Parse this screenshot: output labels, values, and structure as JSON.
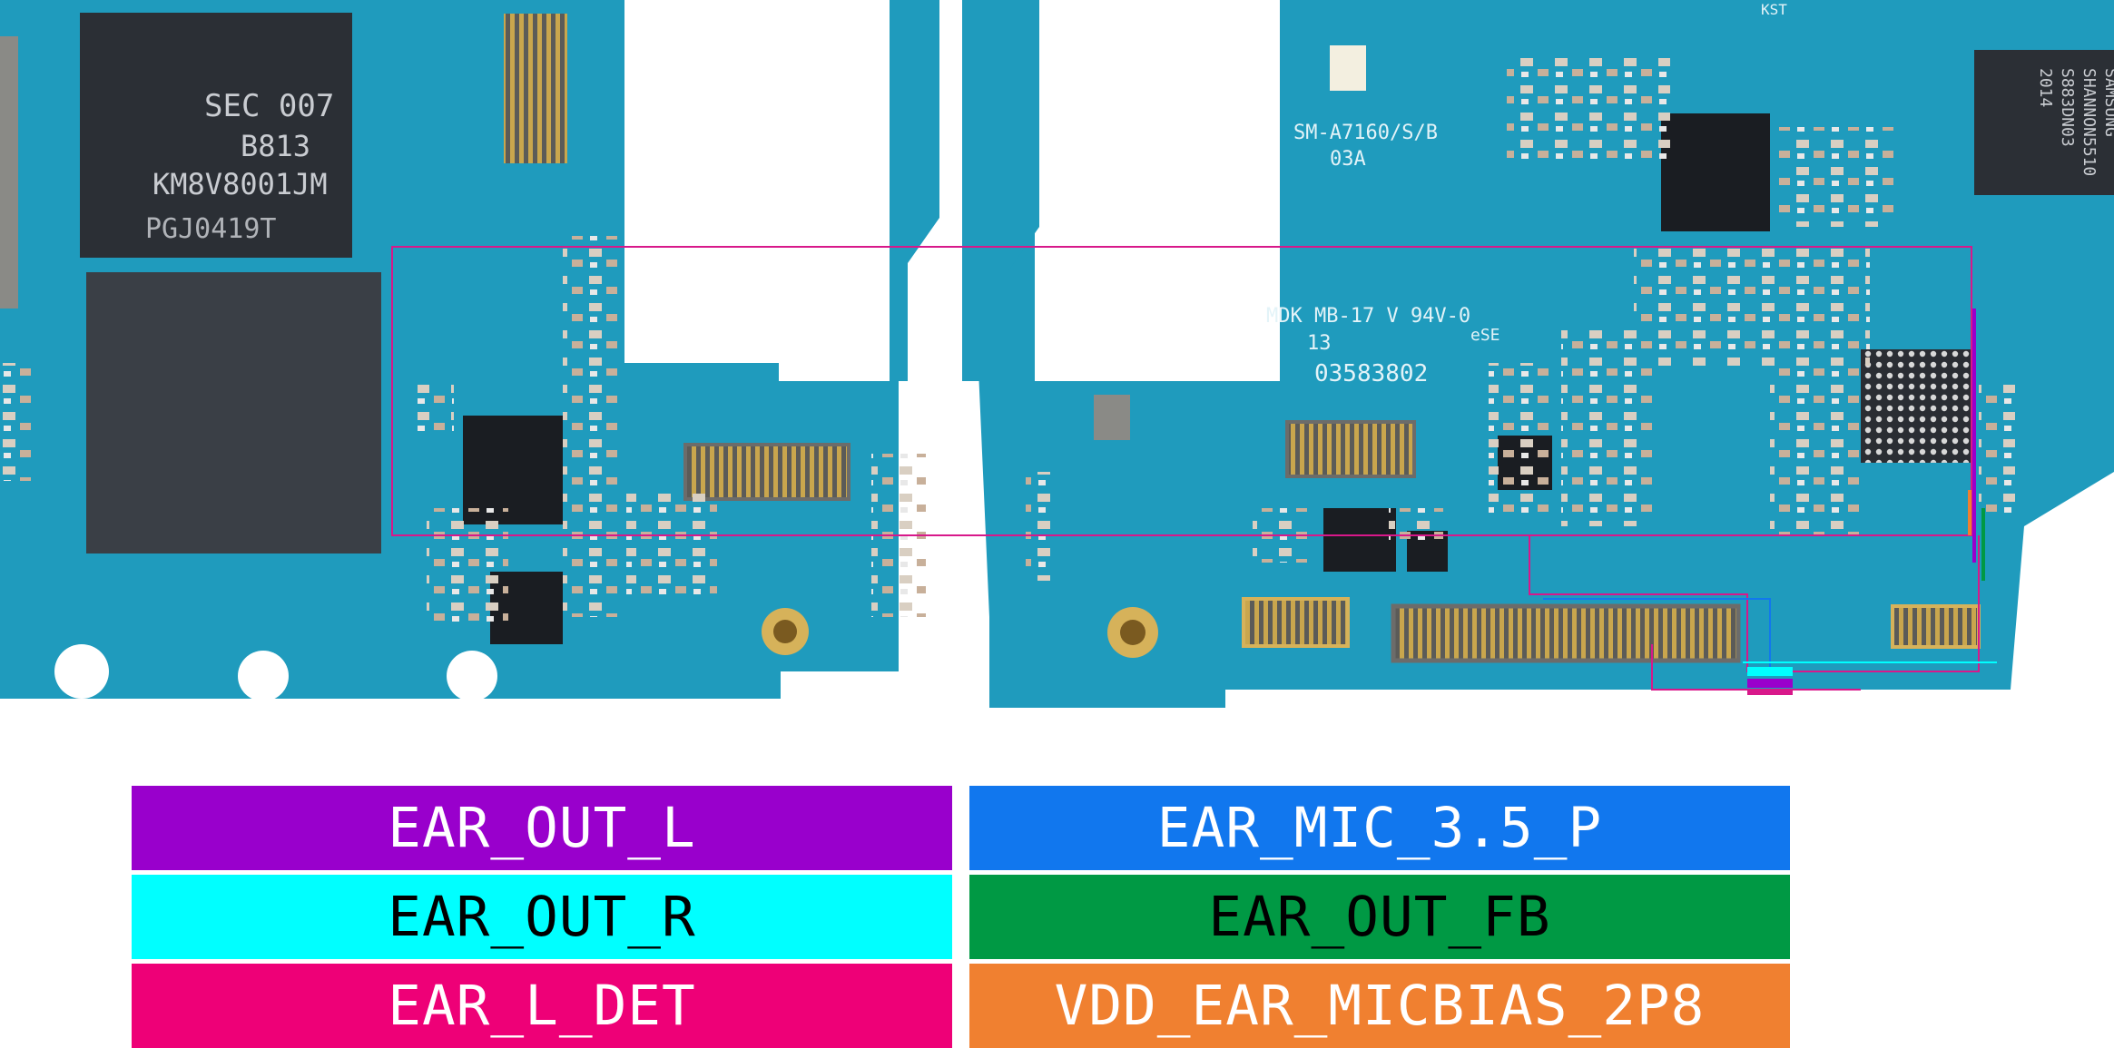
{
  "board": {
    "chip_memory_lines": [
      "SEC 007",
      "B813",
      "KM8V8001JM",
      "PGJ0419T"
    ],
    "chip_modem_lines": [
      "SAMSUNG",
      "SHANNON5510",
      "S883DN03",
      "2014"
    ],
    "model_text": "SM-A7160/S/B",
    "revision_text": "03A",
    "pcb_maker_text": "MDK MB-17 V 94V-0",
    "ul_text": "13",
    "serial_text": "03583802",
    "label_kst": "KST",
    "label_esd": "eSE"
  },
  "legend": {
    "rows": [
      {
        "left": {
          "label": "EAR_OUT_L",
          "bg": "#9900cc",
          "fg": "#ffffff"
        },
        "right": {
          "label": "EAR_MIC_3.5_P",
          "bg": "#1177ee",
          "fg": "#ffffff"
        }
      },
      {
        "left": {
          "label": "EAR_OUT_R",
          "bg": "#00ffff",
          "fg": "#000000"
        },
        "right": {
          "label": "EAR_OUT_FB",
          "bg": "#009944",
          "fg": "#000000"
        }
      },
      {
        "left": {
          "label": "EAR_L_DET",
          "bg": "#ee0077",
          "fg": "#ffffff"
        },
        "right": {
          "label": "VDD_EAR_MICBIAS_2P8",
          "bg": "#f08030",
          "fg": "#ffffff"
        }
      }
    ]
  },
  "colors": {
    "pcb": "#1f9bbd",
    "pcb_dark": "#127a97",
    "chip": "#1a1d22",
    "connector": "#8a8a86",
    "gold": "#d6b25a",
    "trace_magenta": "#d8188a"
  }
}
